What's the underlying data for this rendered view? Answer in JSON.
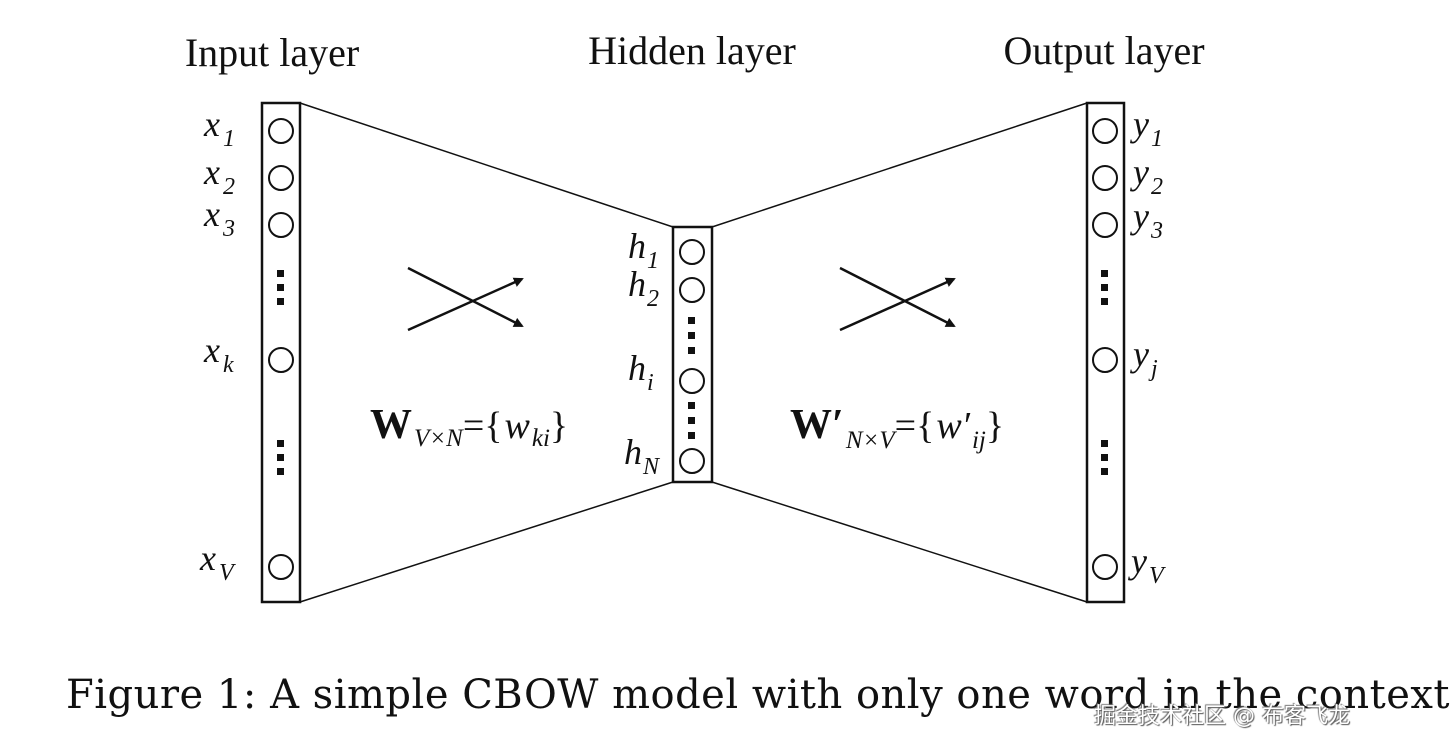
{
  "figure": {
    "titles": {
      "input": "Input layer",
      "hidden": "Hidden layer",
      "output": "Output layer"
    },
    "input_nodes": [
      {
        "base": "x",
        "sub": "1"
      },
      {
        "base": "x",
        "sub": "2"
      },
      {
        "base": "x",
        "sub": "3"
      },
      {
        "base": "x",
        "sub": "k"
      },
      {
        "base": "x",
        "sub": "V"
      }
    ],
    "hidden_nodes": [
      {
        "base": "h",
        "sub": "1"
      },
      {
        "base": "h",
        "sub": "2"
      },
      {
        "base": "h",
        "sub": "i"
      },
      {
        "base": "h",
        "sub": "N"
      }
    ],
    "output_nodes": [
      {
        "base": "y",
        "sub": "1"
      },
      {
        "base": "y",
        "sub": "2"
      },
      {
        "base": "y",
        "sub": "3"
      },
      {
        "base": "y",
        "sub": "j"
      },
      {
        "base": "y",
        "sub": "V"
      }
    ],
    "input_weights": {
      "symbol": "W",
      "dims": "V×N",
      "eq": "={",
      "elem": "w",
      "elem_sub": "ki",
      "close": "}"
    },
    "output_weights": {
      "symbol": "W′",
      "dims": "N×V",
      "eq": "={",
      "elem": "w′",
      "elem_sub": "ij",
      "close": "}"
    },
    "caption": "Figure 1: A simple CBOW model with only one word in the context",
    "watermark": "掘金技术社区 @ 布客飞龙"
  }
}
